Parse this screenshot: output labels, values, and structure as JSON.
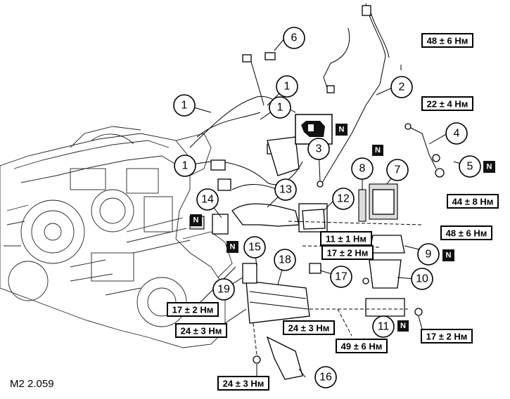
{
  "figure_code": "M2 2.059",
  "callouts": [
    "1",
    "1",
    "1",
    "1",
    "1",
    "2",
    "3",
    "4",
    "5",
    "6",
    "7",
    "8",
    "9",
    "10",
    "11",
    "12",
    "13",
    "14",
    "15",
    "16",
    "17",
    "18",
    "19"
  ],
  "torque_labels": [
    "48 ± 6 Нм",
    "22 ± 4 Нм",
    "44 ± 8 Нм",
    "48 ± 6 Нм",
    "11 ± 1 Нм",
    "17 ± 2 Нм",
    "17 ± 2 Нм",
    "24 ± 3 Нм",
    "24 ± 3 Нм",
    "49 ± 6 Нм",
    "17 ± 2 Нм",
    "24 ± 3 Нм"
  ],
  "new_part_mark": "N"
}
